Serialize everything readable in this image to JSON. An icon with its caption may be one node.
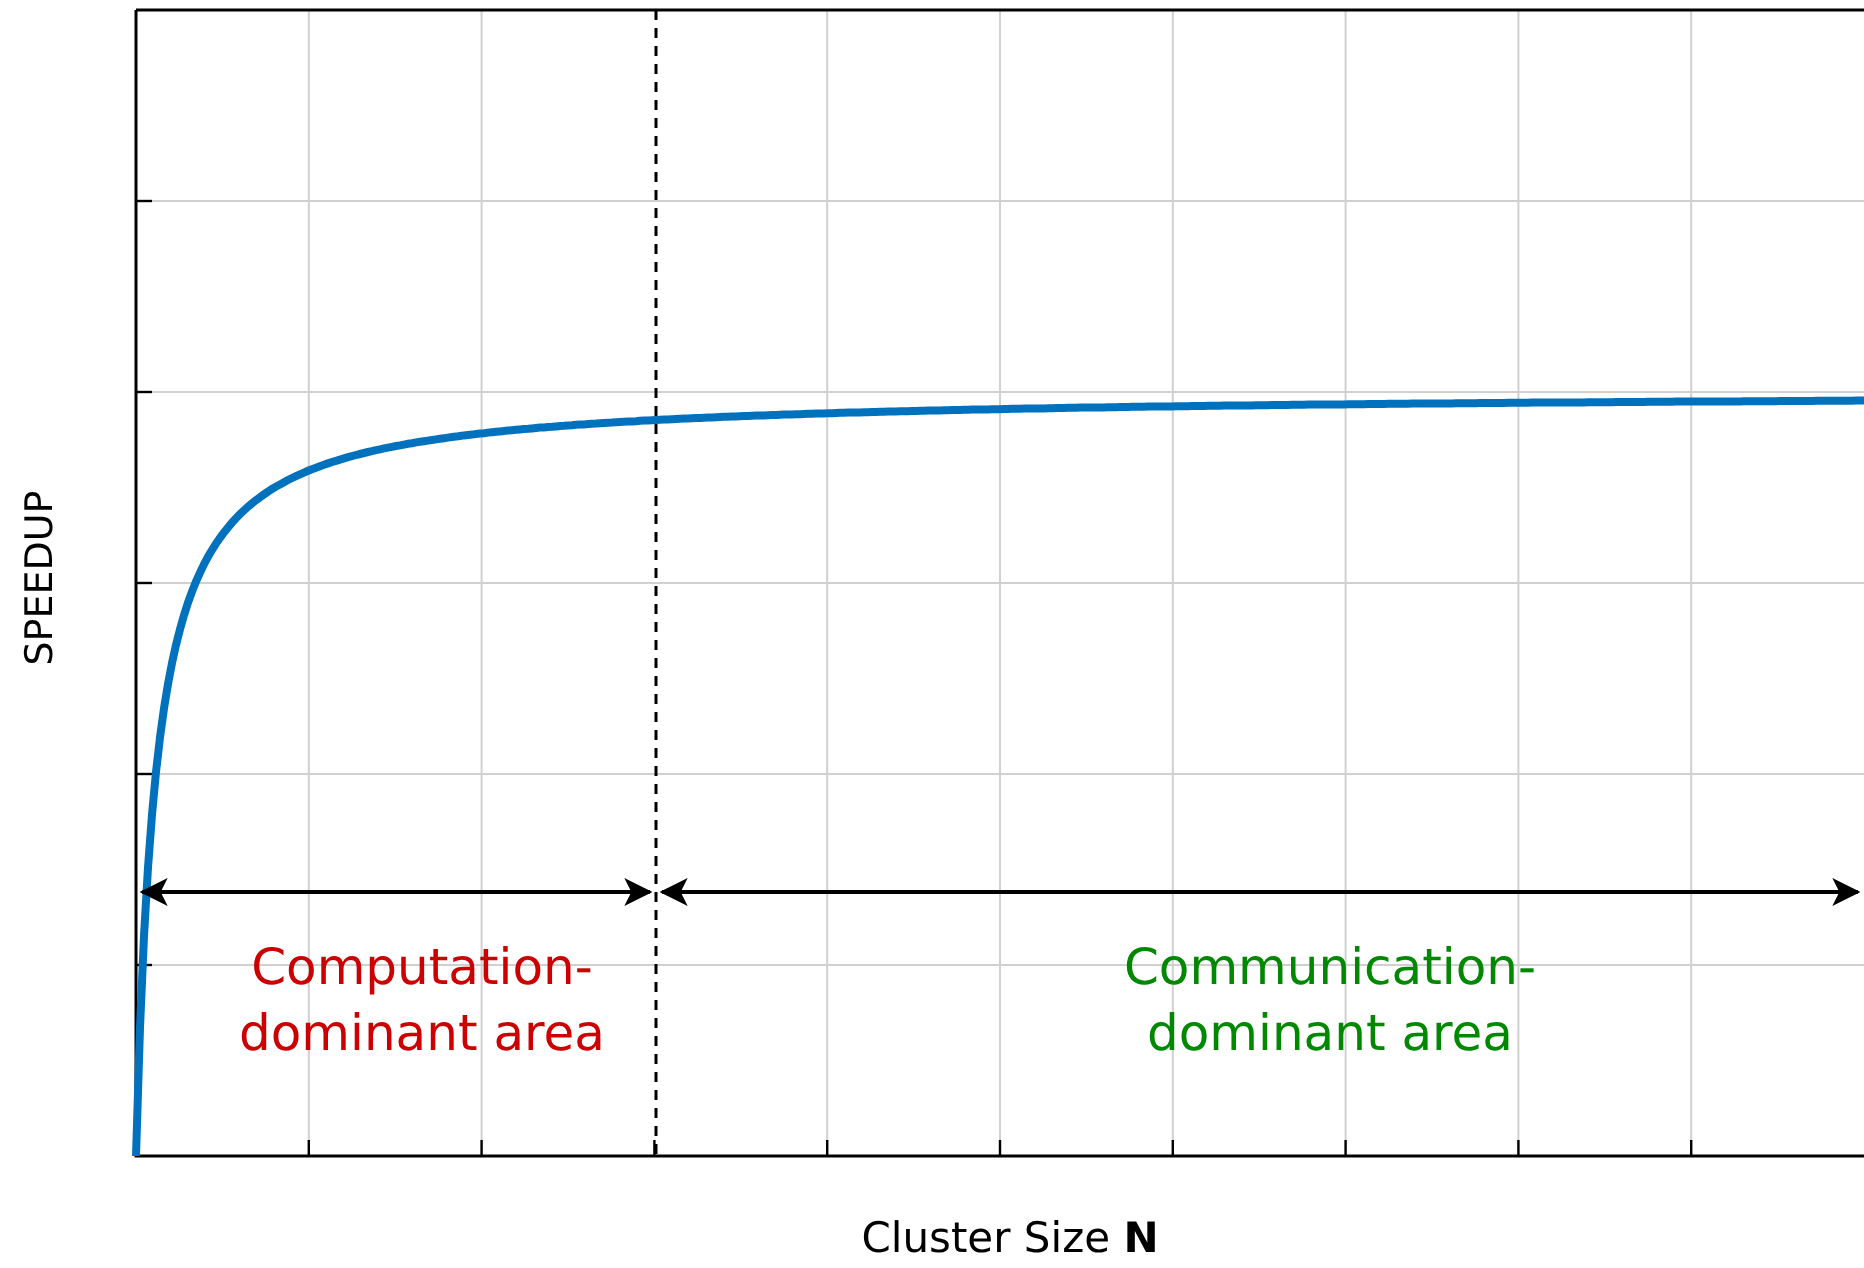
{
  "diagram": {
    "labels": [
      "SPEEDUP",
      "Cluster Size **N**",
      "Computation-dominant area",
      "Communication-dominant area"
    ]
  }
}
